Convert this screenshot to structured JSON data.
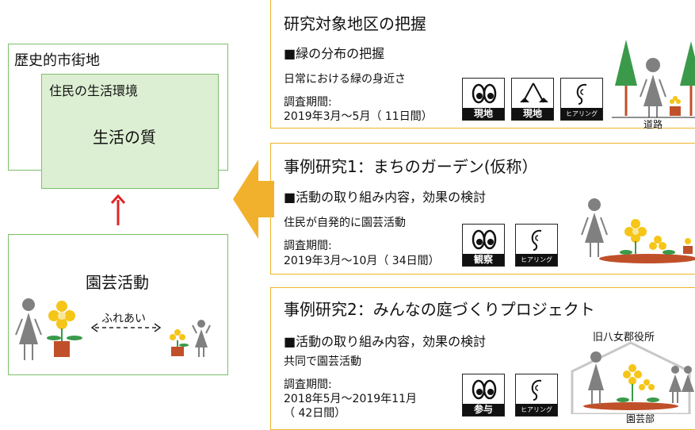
{
  "left": {
    "outer_title": "歴史的市街地",
    "inner_title": "住民の生活環境",
    "inner_center": "生活の質",
    "bottom_title": "園芸活動",
    "interaction": "ふれあい"
  },
  "panels": [
    {
      "title": "研究対象地区の把握",
      "subtitle": "■緑の分布の把握",
      "desc": "日常における緑の身近さ",
      "period_label": "調査期間:",
      "period": "2019年3月～5月（ 11日間）",
      "icons": [
        {
          "name": "eyes-icon",
          "label": "現地"
        },
        {
          "name": "ruler-icon",
          "label": "現地"
        },
        {
          "name": "ear-icon",
          "label": "ヒアリング"
        }
      ],
      "scene_label": "道路"
    },
    {
      "title": "事例研究1：まちのガーデン(仮称）",
      "subtitle": "■活動の取り組み内容，効果の検討",
      "desc": "住民が自発的に園芸活動",
      "period_label": "調査期間:",
      "period": "2019年3月～10月（ 34日間）",
      "icons": [
        {
          "name": "eyes-icon",
          "label": "観察"
        },
        {
          "name": "ear-icon",
          "label": "ヒアリング"
        }
      ]
    },
    {
      "title": "事例研究2：みんなの庭づくりプロジェクト",
      "subtitle": "■活動の取り組み内容，効果の検討",
      "desc": "共同で園芸活動",
      "period_label": "調査期間:",
      "period": "2018年5月～2019年11月",
      "period2": "（ 42日間）",
      "icons": [
        {
          "name": "eyes-icon",
          "label": "参与"
        },
        {
          "name": "ear-icon",
          "label": "ヒアリング"
        }
      ],
      "scene_top_label": "旧八女郡役所",
      "scene_bottom_label": "園芸部"
    }
  ],
  "colors": {
    "green_border": "#7cbf6a",
    "green_fill": "#dcefd2",
    "orange_border": "#efb52a",
    "arrow_orange": "#f2b12c",
    "arrow_red": "#e02424",
    "flower": "#f5c518",
    "pot": "#c0502a",
    "tree": "#3a9a4a",
    "person": "#808080"
  }
}
